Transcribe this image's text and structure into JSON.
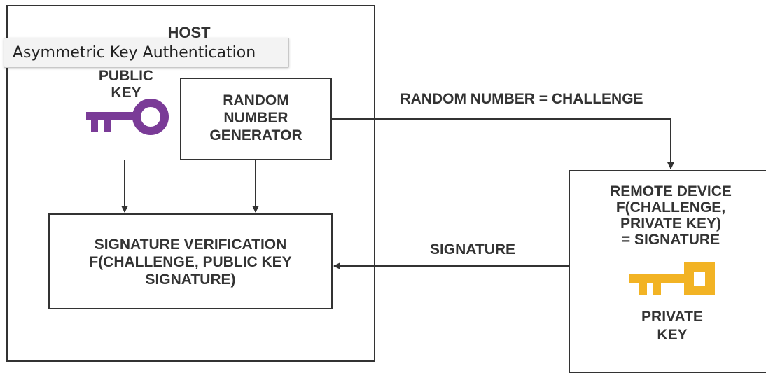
{
  "tooltip": {
    "text": "Asymmetric Key Authentication"
  },
  "host": {
    "label": "HOST"
  },
  "public_key": {
    "label": "PUBLIC\nKEY",
    "icon": "public-key-icon",
    "color": "#7a3b97"
  },
  "rng": {
    "label": "RANDOM\nNUMBER\nGENERATOR"
  },
  "verification": {
    "label": "SIGNATURE VERIFICATION\nF(CHALLENGE, PUBLIC KEY\nSIGNATURE)"
  },
  "challenge_edge": {
    "label": "RANDOM NUMBER = CHALLENGE"
  },
  "signature_edge": {
    "label": "SIGNATURE"
  },
  "remote": {
    "label": "REMOTE DEVICE\nF(CHALLENGE,\nPRIVATE KEY)\n= SIGNATURE"
  },
  "private_key": {
    "label": "PRIVATE\nKEY",
    "icon": "private-key-icon",
    "color": "#f2b324"
  },
  "colors": {
    "line": "#333333",
    "text": "#333333",
    "public_key": "#7a3b97",
    "private_key": "#f2b324"
  }
}
